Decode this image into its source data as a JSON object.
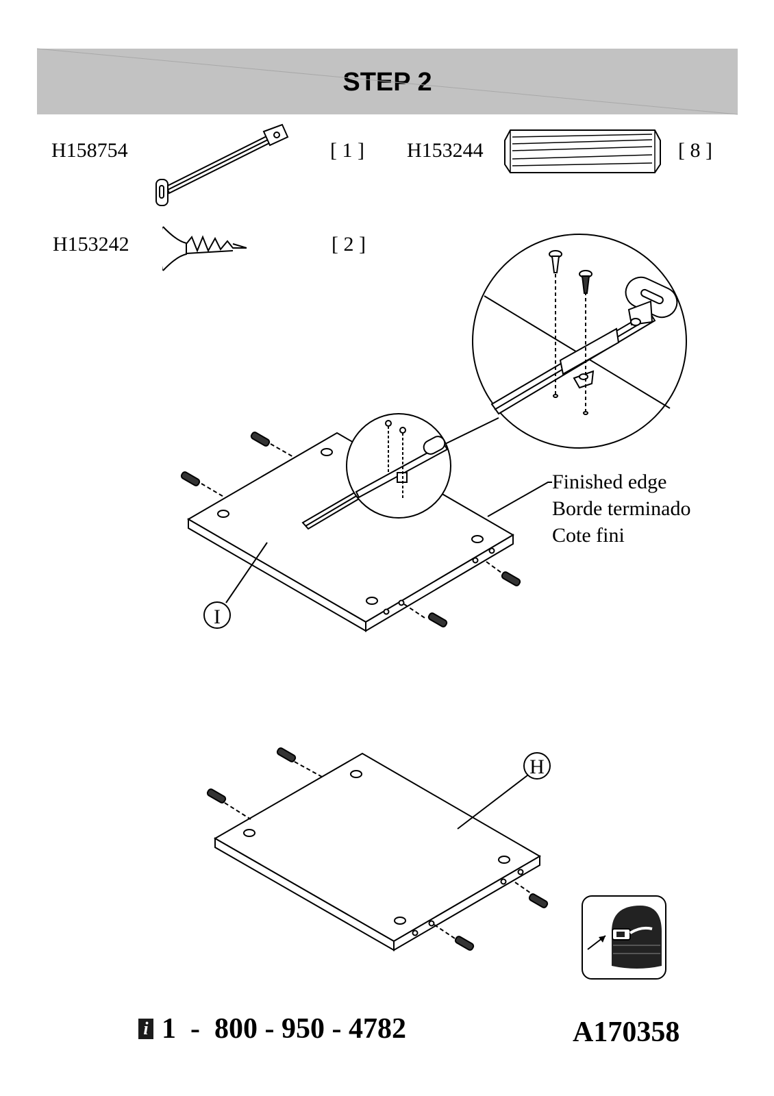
{
  "header": {
    "title": "STEP 2"
  },
  "parts": [
    {
      "code": "H158754",
      "quantity": "[ 1 ]",
      "icon": "stay-bracket-icon"
    },
    {
      "code": "H153244",
      "quantity": "[ 8 ]",
      "icon": "wood-dowel-icon"
    },
    {
      "code": "H153242",
      "quantity": "[ 2 ]",
      "icon": "screw-icon"
    }
  ],
  "callout": {
    "line1": "Finished edge",
    "line2": "Borde terminado",
    "line3": "Cote fini"
  },
  "panel_labels": {
    "top_panel": "I",
    "bottom_panel": "H"
  },
  "footer": {
    "info_glyph": "i",
    "phone": "1  -  800 - 950 - 4782",
    "model_code": "A170358"
  }
}
